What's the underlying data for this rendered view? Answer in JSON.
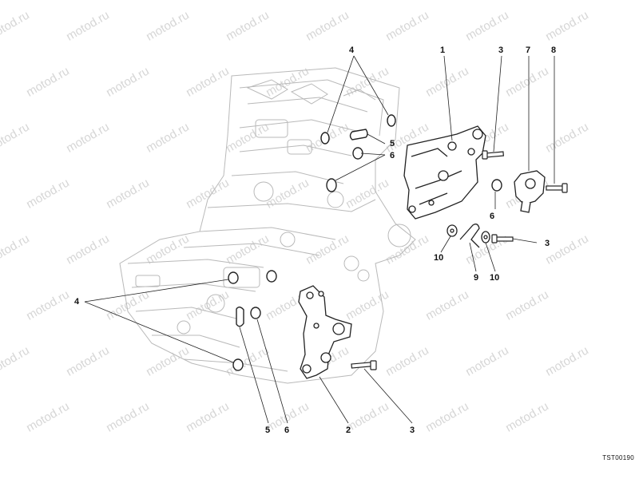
{
  "watermark": "motod.ru",
  "drawing_code": "TST00190",
  "callouts": {
    "c1": "1",
    "c2": "2",
    "c3a": "3",
    "c3b": "3",
    "c3c": "3",
    "c4a": "4",
    "c4b": "4",
    "c5a": "5",
    "c5b": "5",
    "c6a": "6",
    "c6b": "6",
    "c6c": "6",
    "c7": "7",
    "c8": "8",
    "c9": "9",
    "c10a": "10",
    "c10b": "10"
  }
}
